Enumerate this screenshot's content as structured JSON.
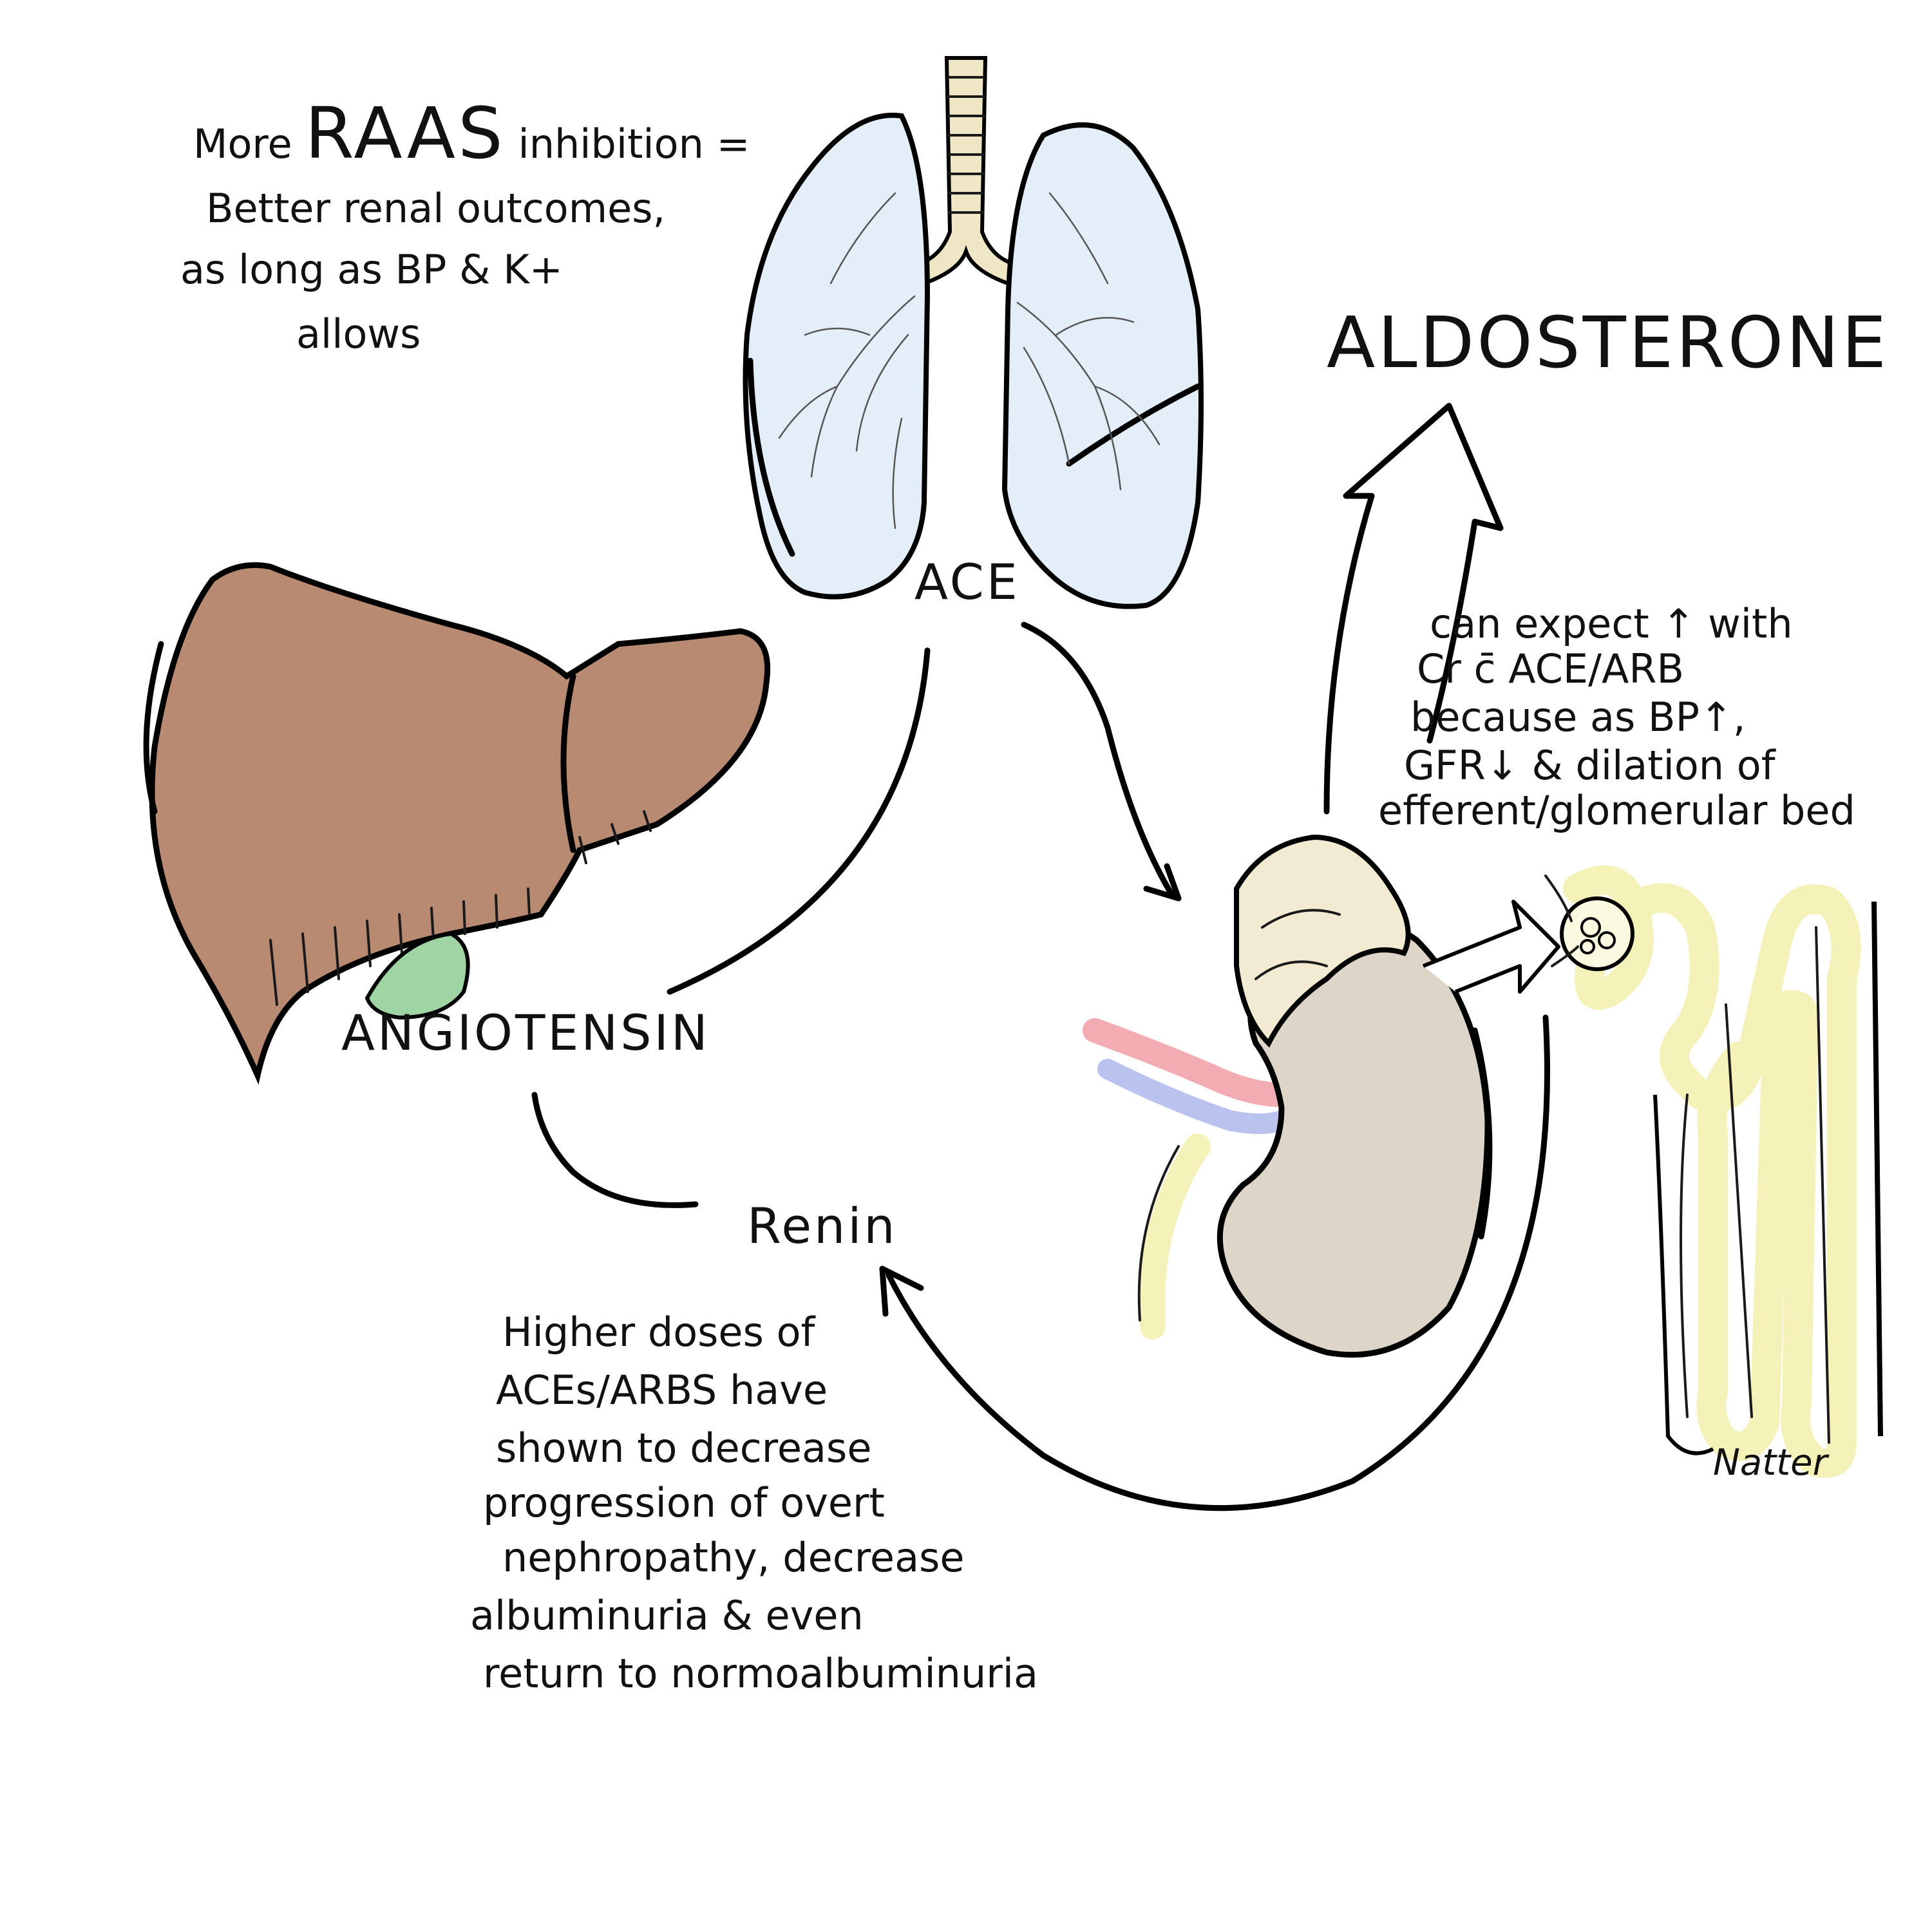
{
  "notes": {
    "raas": {
      "prefix": "More ",
      "emphasis": "RAAS",
      "suffix": " inhibition =",
      "lines": [
        "Better renal outcomes,",
        "as long as BP & K+",
        "allows"
      ]
    },
    "creatinine": [
      "can expect ↑ with",
      "Cr c̄ ACE/ARB",
      "because as BP↑,",
      "GFR↓ & dilation of",
      "efferent/glomerular bed"
    ],
    "doses": [
      "Higher doses of",
      "ACEs/ARBS have",
      "shown to decrease",
      "progression of overt",
      "nephropathy, decrease",
      "albuminuria & even",
      "return to normoalbuminuria"
    ]
  },
  "labels": {
    "ace": "ACE",
    "aldosterone": "ALDOSTERONE",
    "angiotensin": "ANGIOTENSIN",
    "renin": "Renin"
  },
  "signature": "Natter",
  "colors": {
    "ink": "#000000",
    "liver": "#b98a72",
    "gallbladder": "#9fd4a4",
    "lung": "#e4eef8",
    "trachea": "#efe6c6",
    "kidney": "#ddd5c8",
    "adrenal": "#f2ebd2",
    "nephron": "#f4f2b8",
    "artery": "#f2a3a8",
    "vein": "#a7b4e8"
  }
}
